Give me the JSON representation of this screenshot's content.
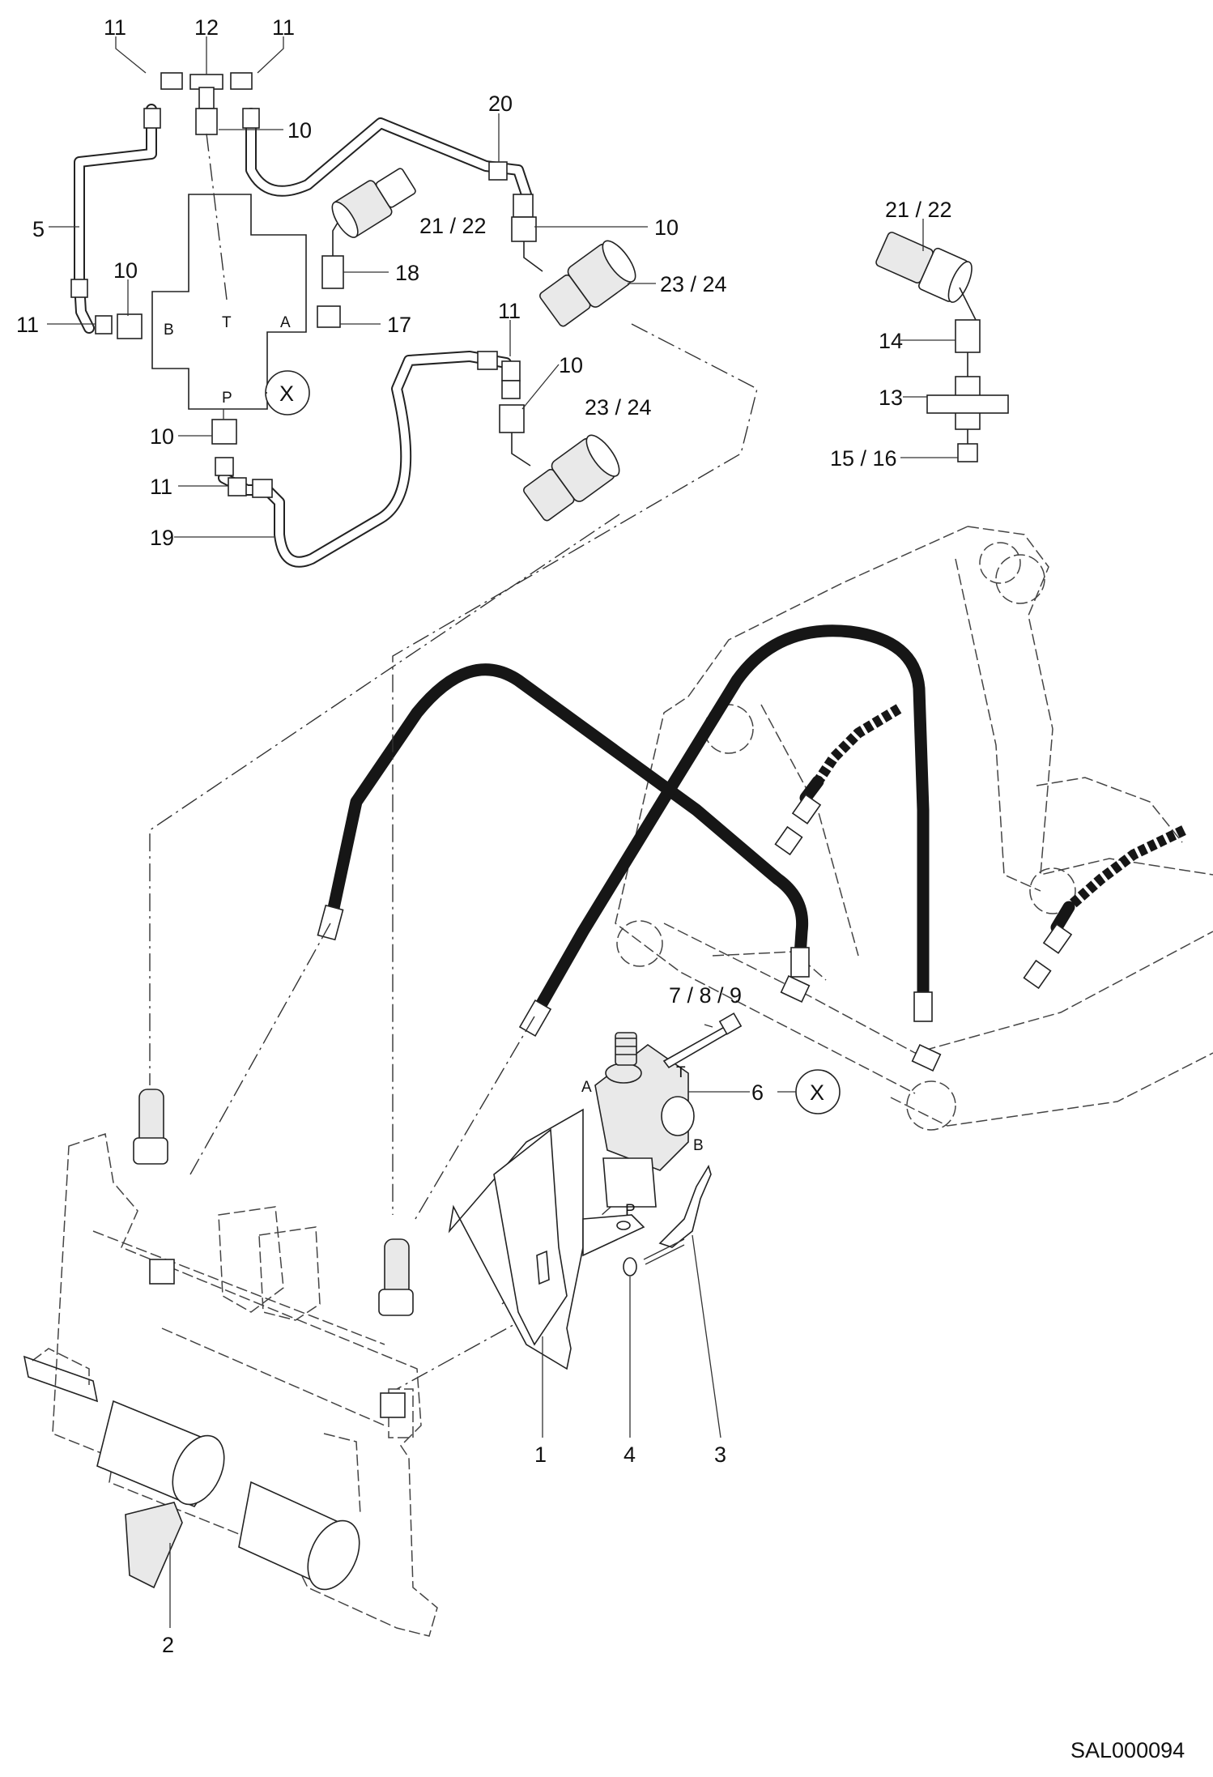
{
  "drawing_code": "SAL000094",
  "port_letters": {
    "upper_valve": {
      "b": "B",
      "t": "T",
      "a": "A",
      "p": "P"
    },
    "lower_valve": {
      "a": "A",
      "t": "T",
      "b": "B",
      "p": "P"
    }
  },
  "detail_marker": "X",
  "callouts": {
    "c11_top_left": "11",
    "c12_top": "12",
    "c11_top_right": "11",
    "c10_top": "10",
    "c20": "20",
    "c5": "5",
    "c21_22_top": "21 / 22",
    "c10_right_upper": "10",
    "c18": "18",
    "c23_24_top": "23 / 24",
    "c10_left": "10",
    "c11_left": "11",
    "c17": "17",
    "c11_mid": "11",
    "c10_mid": "10",
    "c23_24_mid": "23 / 24",
    "c10_bottom_left": "10",
    "c11_bottom_left": "11",
    "c19": "19",
    "c21_22_right": "21 / 22",
    "c14": "14",
    "c13": "13",
    "c15_16": "15 / 16",
    "c7_8_9": "7 / 8 / 9",
    "c6": "6",
    "c1": "1",
    "c4": "4",
    "c3": "3",
    "c2": "2"
  }
}
